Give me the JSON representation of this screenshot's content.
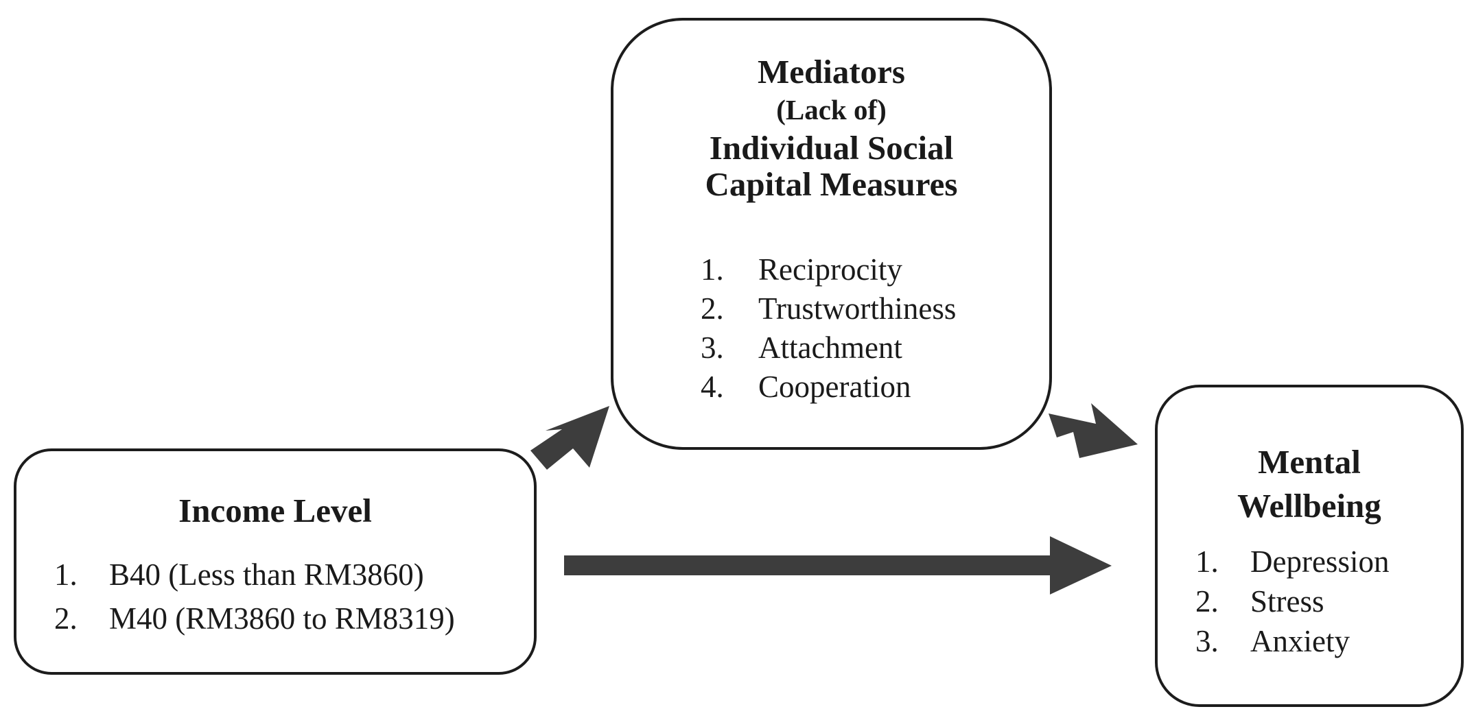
{
  "mediators": {
    "title_line1": "Mediators",
    "title_line2": "(Lack of)",
    "title_line3": "Individual Social",
    "title_line4": "Capital Measures",
    "items": [
      {
        "num": "1.",
        "label": "Reciprocity"
      },
      {
        "num": "2.",
        "label": "Trustworthiness"
      },
      {
        "num": "3.",
        "label": "Attachment"
      },
      {
        "num": "4.",
        "label": "Cooperation"
      }
    ]
  },
  "income": {
    "title": "Income Level",
    "items": [
      {
        "num": "1.",
        "label": "B40 (Less than RM3860)"
      },
      {
        "num": "2.",
        "label": "M40 (RM3860 to RM8319)"
      }
    ]
  },
  "wellbeing": {
    "title_line1": "Mental",
    "title_line2": "Wellbeing",
    "items": [
      {
        "num": "1.",
        "label": "Depression"
      },
      {
        "num": "2.",
        "label": "Stress"
      },
      {
        "num": "3.",
        "label": "Anxiety"
      }
    ]
  },
  "colors": {
    "border": "#1c1c1c",
    "arrow": "#3d3d3d",
    "text": "#1a1a1a"
  }
}
